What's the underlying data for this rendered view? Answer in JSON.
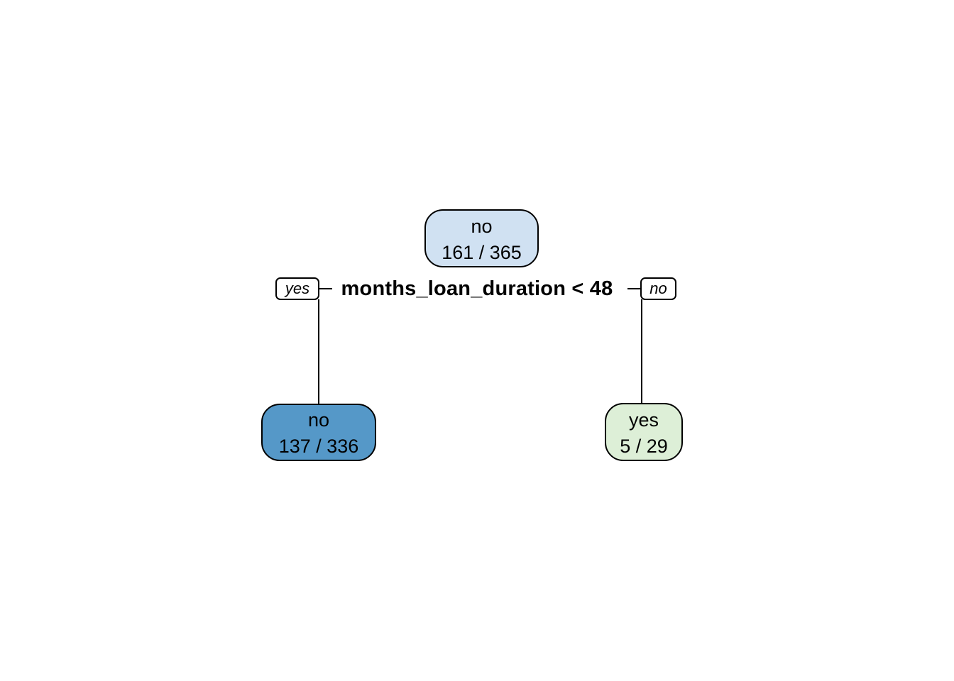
{
  "figure": {
    "background": "#ffffff",
    "edge_color": "#000000",
    "text_color": "#000000"
  },
  "tree": {
    "root": {
      "class_label": "no",
      "stats": "161 / 365",
      "fill": "#d0e1f2"
    },
    "split": {
      "condition": "months_loan_duration < 48",
      "yes_label": "yes",
      "no_label": "no",
      "label_fill": "#ffffff"
    },
    "left_child": {
      "class_label": "no",
      "stats": "137 / 336",
      "fill": "#5598c8"
    },
    "right_child": {
      "class_label": "yes",
      "stats": "5 / 29",
      "fill": "#ddefd7"
    }
  }
}
